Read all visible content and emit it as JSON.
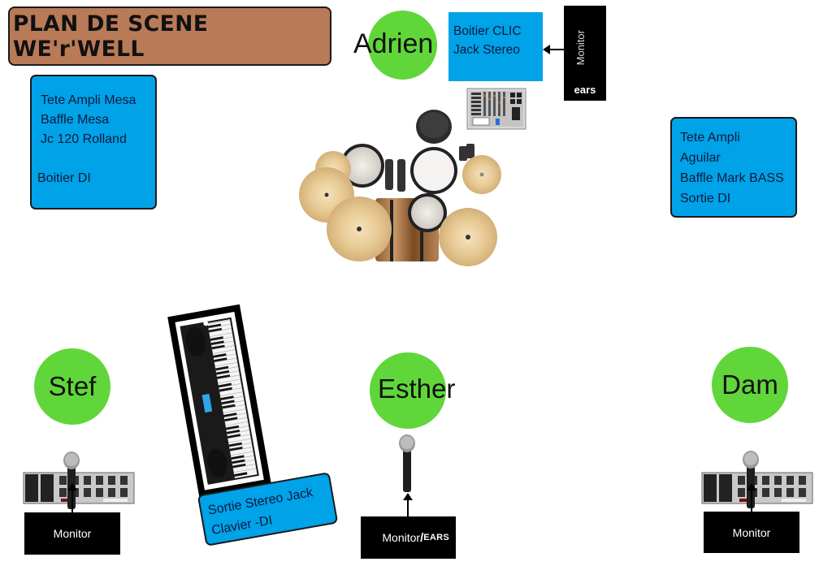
{
  "title": "PLAN DE SCENE WE'r'WELL",
  "colors": {
    "title_bg": "#b97a57",
    "info_box": "#00a2e8",
    "musician": "#60d63a",
    "monitor": "#000000"
  },
  "equipment": {
    "guitar": {
      "lines": [
        "Tete Ampli Mesa",
        "Baffle Mesa",
        "Jc 120 Rolland"
      ],
      "di": "Boitier DI"
    },
    "bass": {
      "lines": [
        "Tete Ampli",
        "Aguilar",
        "Baffle Mark BASS",
        "Sortie DI"
      ]
    },
    "click": {
      "lines": [
        "Boitier CLIC",
        "Jack Stereo"
      ]
    },
    "keys": {
      "lines": [
        "Sortie Stereo Jack",
        "Clavier -DI"
      ]
    }
  },
  "musicians": {
    "adrien": "Adrien",
    "stef": "Stef",
    "esther": "Esther",
    "dam": "Dam"
  },
  "monitors": {
    "adrien": {
      "label": "Monitor",
      "tag": "ears"
    },
    "stef": {
      "label": "Monitor"
    },
    "esther": {
      "label": "Monitor",
      "separator": "/",
      "tag": "EARS"
    },
    "dam": {
      "label": "Monitor"
    }
  },
  "icons": {
    "drum_kit": "drum-kit-icon",
    "mixer": "mixer-icon",
    "keyboard": "keyboard-icon",
    "microphone": "microphone-icon",
    "pedalboard": "pedalboard-icon"
  }
}
